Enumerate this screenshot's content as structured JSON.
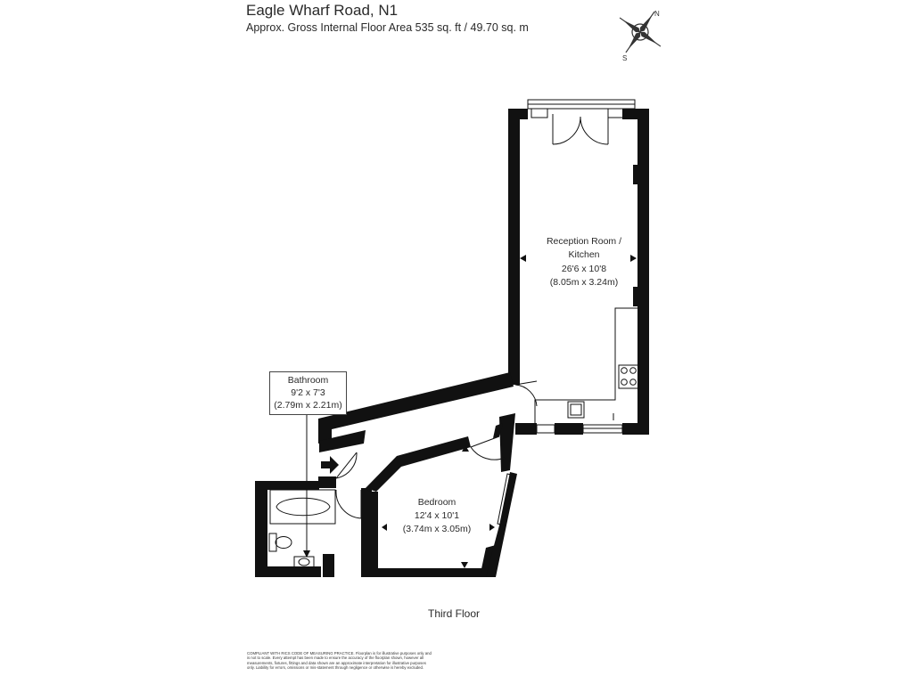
{
  "header": {
    "title": "Eagle Wharf Road, N1",
    "subtitle": "Approx. Gross Internal Floor Area 535 sq. ft / 49.70 sq. m"
  },
  "rooms": {
    "reception": {
      "name_line1": "Reception Room /",
      "name_line2": "Kitchen",
      "dims_imperial": "26'6 x 10'8",
      "dims_metric": "(8.05m x 3.24m)"
    },
    "bathroom": {
      "name": "Bathroom",
      "dims_imperial": "9'2 x 7'3",
      "dims_metric": "(2.79m x 2.21m)"
    },
    "bedroom": {
      "name": "Bedroom",
      "dims_imperial": "12'4 x 10'1",
      "dims_metric": "(3.74m x 3.05m)"
    }
  },
  "floor_label": "Third Floor",
  "compass": {
    "north": "N",
    "south": "S"
  },
  "disclaimer": "COMPLIANT WITH RICS CODE OF MEASURING PRACTICE. Floorplan is for illustrative purposes only and is not to scale. Every attempt has been made to ensure the accuracy of the floorplan shown, however all measurements, fixtures, fittings and data shown are an approximate interpretation for illustrative purposes only. Liability for errors, omissions or mis-statement through negligence or otherwise is hereby excluded."
}
